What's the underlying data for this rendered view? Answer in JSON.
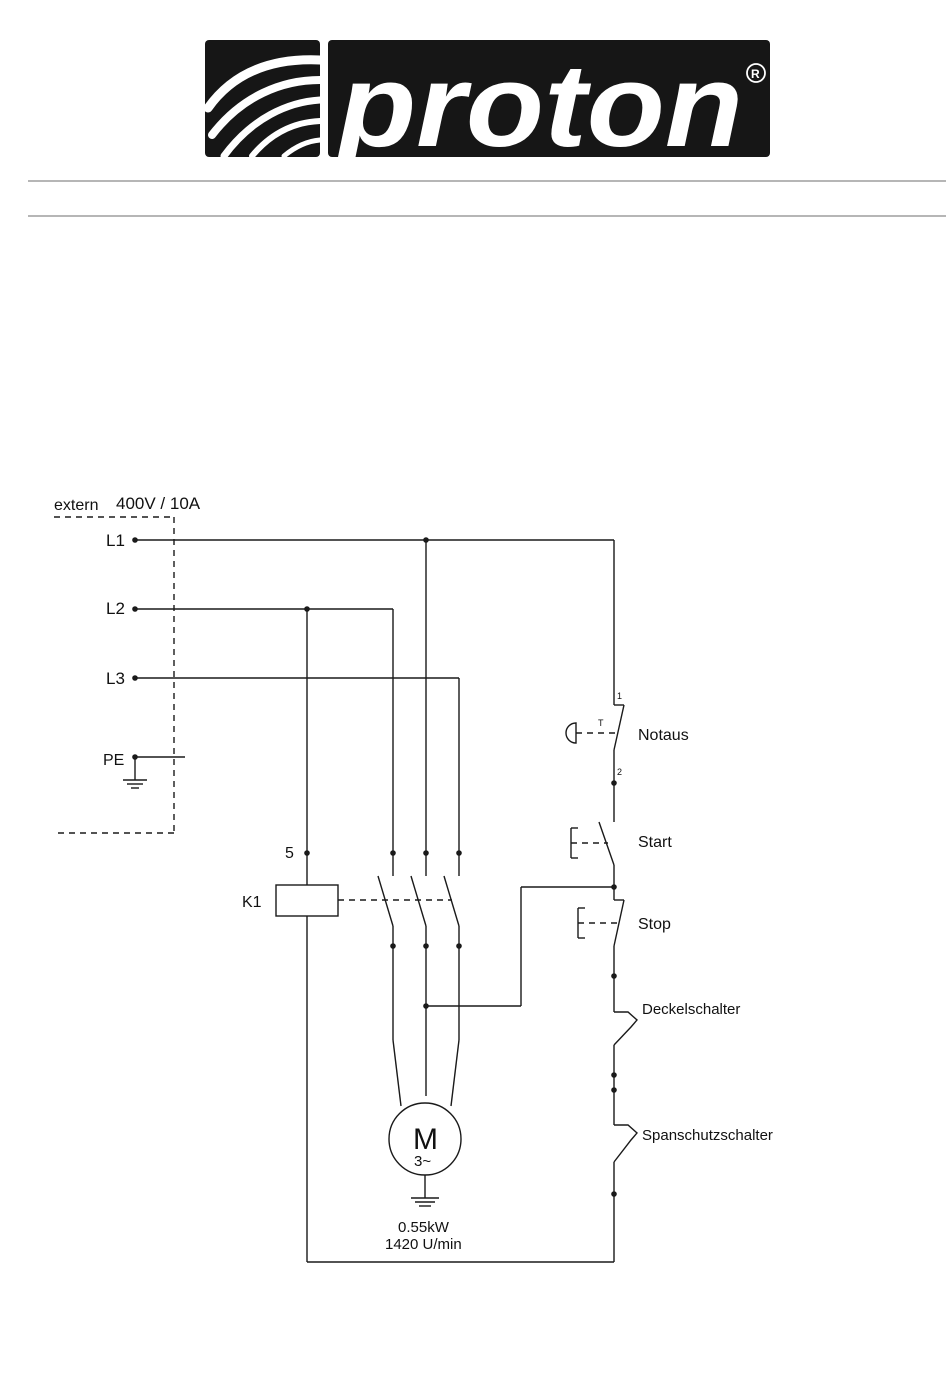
{
  "logo": {
    "brand": "proton",
    "registered": "®"
  },
  "supply": {
    "label_extern": "extern",
    "rating": "400V / 10A"
  },
  "terminals": {
    "l1": "L1",
    "l2": "L2",
    "l3": "L3",
    "pe": "PE"
  },
  "contactor": {
    "label": "K1",
    "terminal": "5"
  },
  "motor": {
    "symbol": "M",
    "phase": "3~",
    "power": "0.55kW",
    "speed": "1420 U/min"
  },
  "switches": {
    "notaus": "Notaus",
    "notaus_pin1": "1",
    "notaus_pin2": "2",
    "notaus_t": "T",
    "start": "Start",
    "stop": "Stop",
    "deckel": "Deckelschalter",
    "spanschutz": "Spanschutzschalter"
  }
}
